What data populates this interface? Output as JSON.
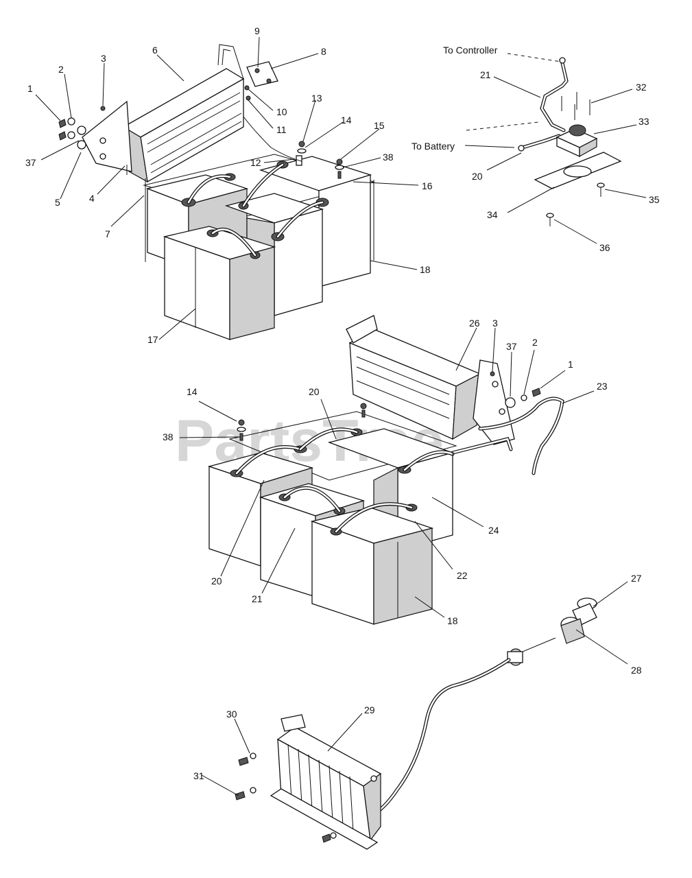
{
  "watermark": "PartsTree",
  "notes": {
    "to_controller": "To Controller",
    "to_battery": "To Battery"
  },
  "callouts": {
    "c1a": "1",
    "c2a": "2",
    "c3a": "3",
    "c4": "4",
    "c5": "5",
    "c6": "6",
    "c7": "7",
    "c8": "8",
    "c9": "9",
    "c10": "10",
    "c11": "11",
    "c12": "12",
    "c13": "13",
    "c14a": "14",
    "c15": "15",
    "c16": "16",
    "c17": "17",
    "c18a": "18",
    "c37a": "37",
    "c38a": "38",
    "c21a": "21",
    "c32": "32",
    "c33": "33",
    "c20a": "20",
    "c34": "34",
    "c35": "35",
    "c36": "36",
    "c26": "26",
    "c3b": "3",
    "c37b": "37",
    "c2b": "2",
    "c1b": "1",
    "c23": "23",
    "c14b": "14",
    "c38b": "38",
    "c20b": "20",
    "c24": "24",
    "c22": "22",
    "c20c": "20",
    "c21b": "21",
    "c18b": "18",
    "c27": "27",
    "c28": "28",
    "c29": "29",
    "c30": "30",
    "c31": "31"
  },
  "colors": {
    "line": "#111111",
    "watermark": "#d6d6d6",
    "background": "#ffffff"
  }
}
